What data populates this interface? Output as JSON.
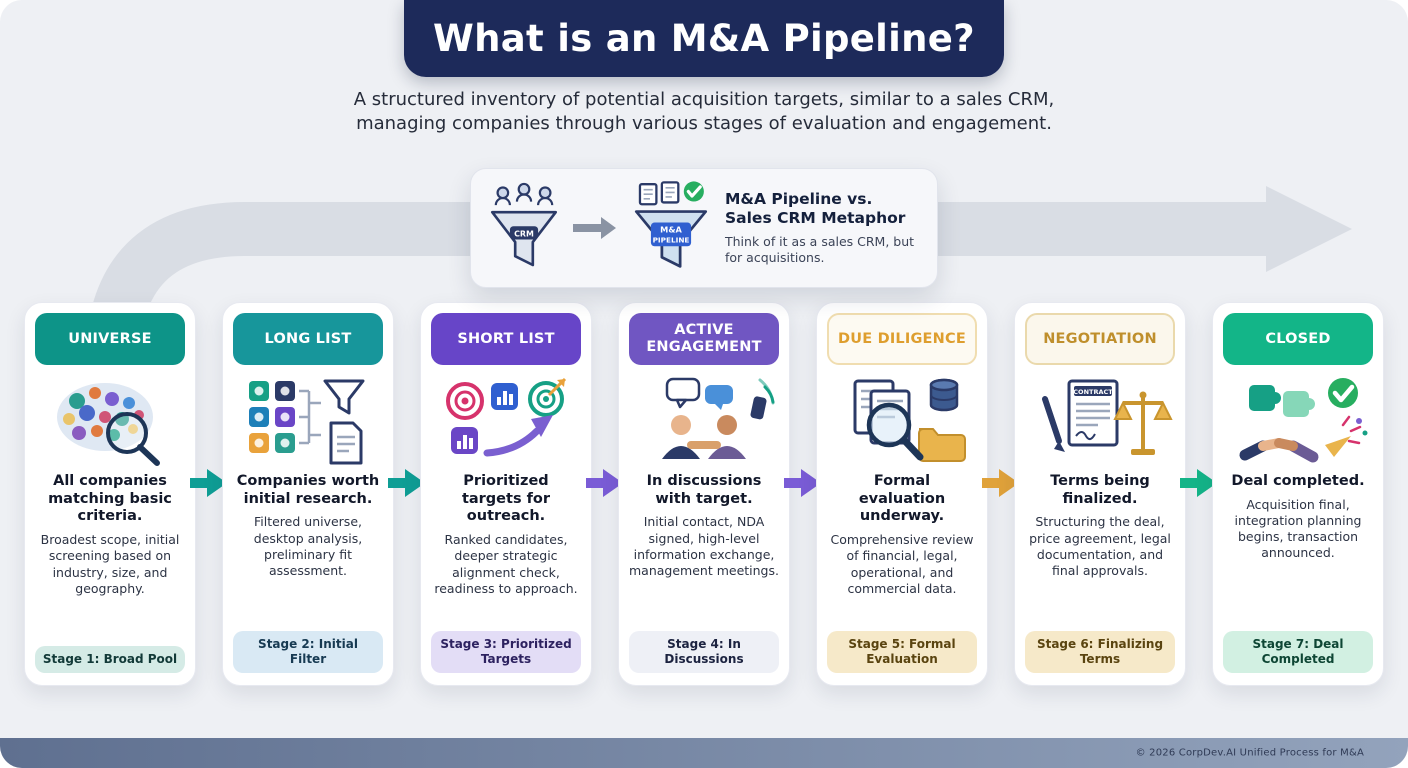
{
  "page": {
    "title": "What is an M&A Pipeline?",
    "subtitle_line1": "A structured inventory of potential acquisition targets, similar to a sales CRM,",
    "subtitle_line2": "managing companies through various stages of evaluation and engagement.",
    "footer": "© 2026 CorpDev.AI Unified Process for M&A"
  },
  "metaphor": {
    "crm_label": "CRM",
    "pipeline_label_1": "M&A",
    "pipeline_label_2": "PIPELINE",
    "title_line1": "M&A Pipeline vs.",
    "title_line2": "Sales CRM Metaphor",
    "body": "Think of it as a sales CRM, but for acquisitions."
  },
  "arrows": [
    "#0f9e95",
    "#0f9e95",
    "#7a5cd6",
    "#7a5cd6",
    "#e0a23a",
    "#14b488"
  ],
  "stages": [
    {
      "name": "UNIVERSE",
      "icon": "universe-icon",
      "header_bg": "#0d9488",
      "header_fg": "#ffffff",
      "headline": "All companies matching basic criteria.",
      "description": "Broadest scope, initial screening based on industry, size, and geography.",
      "badge": "Stage 1: Broad Pool",
      "badge_bg": "#d5ebe6",
      "badge_fg": "#123a38"
    },
    {
      "name": "LONG LIST",
      "icon": "long-list-icon",
      "header_bg": "#17969b",
      "header_fg": "#ffffff",
      "headline": "Companies worth initial research.",
      "description": "Filtered universe, desktop analysis, preliminary fit assessment.",
      "badge": "Stage 2: Initial Filter",
      "badge_bg": "#d9e9f4",
      "badge_fg": "#173a52"
    },
    {
      "name": "SHORT LIST",
      "icon": "short-list-icon",
      "header_bg": "#6745c8",
      "header_fg": "#ffffff",
      "headline": "Prioritized targets for outreach.",
      "description": "Ranked candidates, deeper strategic alignment check, readiness to approach.",
      "badge": "Stage 3: Prioritized Targets",
      "badge_bg": "#e3ddf6",
      "badge_fg": "#2d2260"
    },
    {
      "name": "ACTIVE ENGAGEMENT",
      "icon": "active-engagement-icon",
      "header_bg": "#7056c2",
      "header_fg": "#ffffff",
      "headline": "In discussions with target.",
      "description": "Initial contact, NDA signed, high-level information exchange, management meetings.",
      "badge": "Stage 4: In Discussions",
      "badge_bg": "#eef0f6",
      "badge_fg": "#1c2340"
    },
    {
      "name": "DUE DILIGENCE",
      "icon": "due-diligence-icon",
      "header_bg": "#fdfaf2",
      "header_fg": "#de9e2e",
      "header_border": "#f0ddb0",
      "headline": "Formal evaluation underway.",
      "description": "Comprehensive review of financial, legal, operational, and commercial data.",
      "badge": "Stage 5: Formal Evaluation",
      "badge_bg": "#f6e9c9",
      "badge_fg": "#5a4410"
    },
    {
      "name": "NEGOTIATION",
      "icon": "negotiation-icon",
      "header_bg": "#fbf7ec",
      "header_fg": "#bf8f2c",
      "header_border": "#ead9ac",
      "contract_label": "CONTRACT",
      "headline": "Terms being finalized.",
      "description": "Structuring the deal, price agreement, legal documentation, and final approvals.",
      "badge": "Stage 6: Finalizing Terms",
      "badge_bg": "#f6e9c9",
      "badge_fg": "#5a4410"
    },
    {
      "name": "CLOSED",
      "icon": "closed-icon",
      "header_bg": "#13b588",
      "header_fg": "#ffffff",
      "headline": "Deal completed.",
      "description": "Acquisition final, integration planning begins, transaction announced.",
      "badge": "Stage 7: Deal Completed",
      "badge_bg": "#d2f0e2",
      "badge_fg": "#0e4634"
    }
  ]
}
